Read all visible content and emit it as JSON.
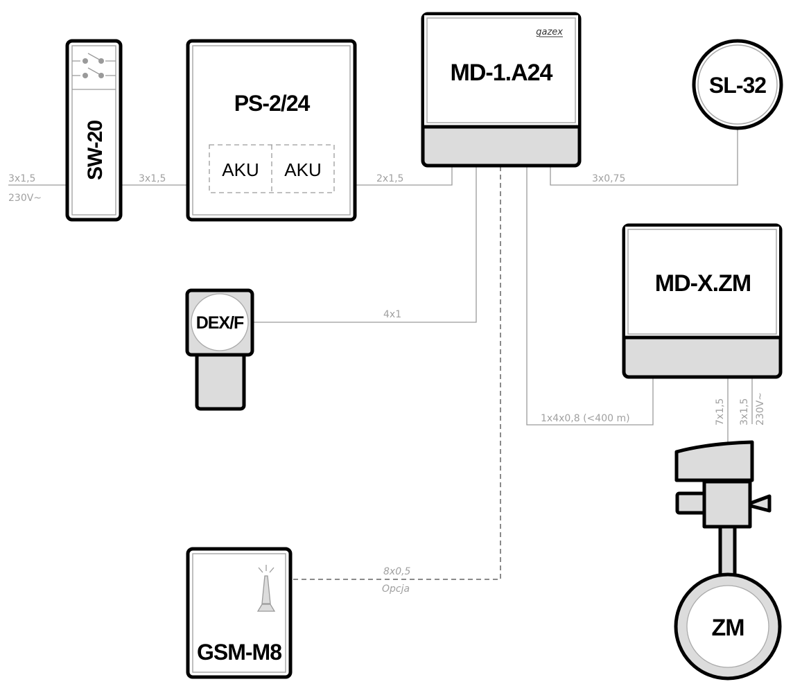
{
  "devices": {
    "sw20": {
      "label": "SW-20",
      "icon": "switch-icon"
    },
    "ps224": {
      "label": "PS-2/24",
      "battery_1": "AKU",
      "battery_2": "AKU"
    },
    "md1a24": {
      "label": "MD-1.A24",
      "brand": "gazex"
    },
    "sl32": {
      "label": "SL-32"
    },
    "dexf": {
      "label": "DEX/F"
    },
    "mdxzm": {
      "label": "MD-X.ZM"
    },
    "gsm": {
      "label": "GSM-M8",
      "icon": "antenna-icon"
    },
    "zm": {
      "label": "ZM"
    }
  },
  "cables": {
    "mains_in": "3x1,5",
    "mains_in_voltage": "230V~",
    "sw_to_ps": "3x1,5",
    "ps_to_md": "2x1,5",
    "md_to_sl": "3x0,75",
    "md_to_dex": "4x1",
    "md_to_mdx": "1x4x0,8 (<400 m)",
    "mdx_to_zm": "7x1,5",
    "mdx_mains": "3x1,5",
    "mdx_mains_voltage": "230V~",
    "md_to_gsm": "8x0,5",
    "md_to_gsm_note": "Opcja"
  },
  "colors": {
    "outline": "#000000",
    "panel_fill": "#dcdcdc",
    "wire": "#9a9a9a",
    "cable_text": "#a0a0a0"
  }
}
